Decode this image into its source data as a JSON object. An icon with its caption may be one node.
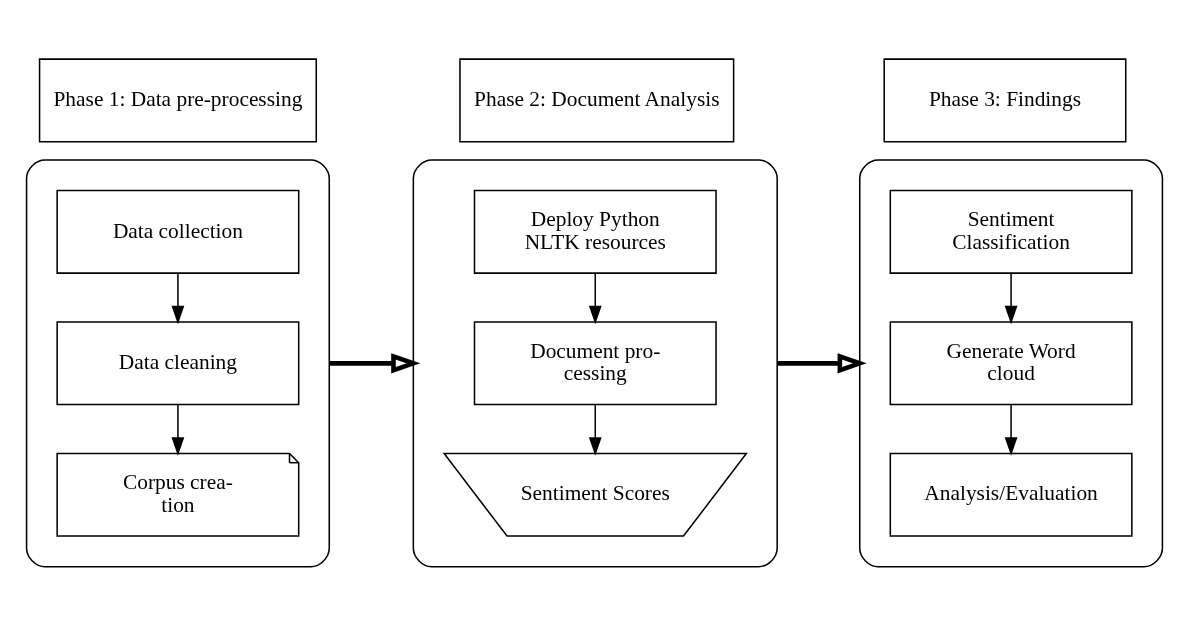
{
  "diagram": {
    "nodes": [
      {
        "text": [
          "Phase 1: Data pre-processing"
        ]
      },
      {
        "text": [
          "Phase 2: Document Analysis"
        ]
      },
      {
        "text": [
          "Phase 3: Findings"
        ]
      },
      {
        "text": [],
        "shape": "box"
      },
      {
        "text": [
          "Data collection"
        ],
        "in": 3
      },
      {
        "text": [
          "Data cleaning"
        ],
        "in": 3
      },
      {
        "text": [
          "Corpus crea- tion"
        ],
        "in": 3
      },
      {
        "text": [],
        "shape": "box"
      },
      {
        "text": [
          "Deploy Python NLTK resources"
        ],
        "in": 7
      },
      {
        "text": [
          "Document pro- cessing"
        ],
        "in": 7
      },
      {
        "text": [
          "Sentiment Scores"
        ],
        "in": 7
      },
      {
        "text": [],
        "shape": "box"
      },
      {
        "text": [
          "Sentiment Classification"
        ],
        "in": 11
      },
      {
        "text": [
          "Generate Word cloud"
        ],
        "in": 11
      },
      {
        "text": [
          "Analysis/Evaluation"
        ],
        "in": 11
      }
    ],
    "edges": [
      {
        "from": 4,
        "to": 5,
        "arrow": "to"
      },
      {
        "from": 5,
        "to": 6,
        "arrow": "to"
      },
      {
        "from": 3,
        "to": 7,
        "arrow": "to",
        "style": "thick"
      },
      {
        "from": 8,
        "to": 9,
        "arrow": "to"
      },
      {
        "from": 9,
        "to": 10,
        "arrow": "to"
      },
      {
        "from": 7,
        "to": 11,
        "arrow": "to",
        "style": "thick"
      },
      {
        "from": 12,
        "to": 13,
        "arrow": "to"
      },
      {
        "from": 13,
        "to": 14,
        "arrow": "to"
      }
    ]
  }
}
